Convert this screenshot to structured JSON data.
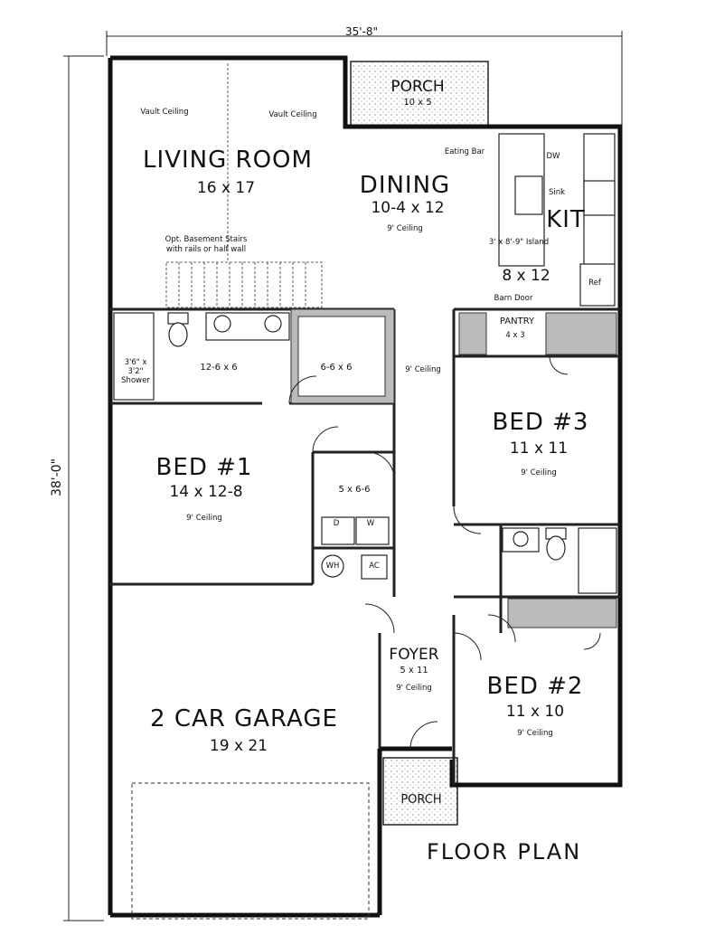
{
  "dimensions": {
    "width_label": "35'-8\"",
    "depth_label": "38'-0\""
  },
  "title": "FLOOR PLAN",
  "rooms": {
    "porch_rear": {
      "name": "PORCH",
      "size": "10 x 5"
    },
    "living": {
      "name": "LIVING ROOM",
      "size": "16 x 17",
      "note_a": "Vault Ceiling",
      "note_b": "Vault Ceiling",
      "stairs_note_1": "Opt. Basement Stairs",
      "stairs_note_2": "with rails or half wall"
    },
    "dining": {
      "name": "DINING",
      "size": "10-4 x 12",
      "ceiling": "9' Ceiling"
    },
    "kitchen": {
      "name": "KIT",
      "size": "8 x 12",
      "eating_bar": "Eating Bar",
      "dw": "DW",
      "sink": "Sink",
      "island": "3' x 8'-9\" Island",
      "ref": "Ref",
      "barn_door": "Barn Door"
    },
    "pantry": {
      "name": "PANTRY",
      "size": "4 x 3"
    },
    "master_bath": {
      "size": "12-6 x 6",
      "shower": "3'6\" x 3'2\" Shower"
    },
    "closet_master": {
      "size": "6-6 x 6"
    },
    "hall": {
      "ceiling": "9' Ceiling"
    },
    "bed1": {
      "name": "BED #1",
      "size": "14 x 12-8",
      "ceiling": "9' Ceiling"
    },
    "laundry": {
      "size": "5 x 6-6",
      "dryer": "D",
      "washer": "W",
      "wh": "WH",
      "ac": "AC"
    },
    "bed3": {
      "name": "BED #3",
      "size": "11 x 11",
      "ceiling": "9' Ceiling"
    },
    "bed2": {
      "name": "BED #2",
      "size": "11 x 10",
      "ceiling": "9' Ceiling"
    },
    "foyer": {
      "name": "FOYER",
      "size": "5 x 11",
      "ceiling": "9' Ceiling"
    },
    "garage": {
      "name": "2 CAR GARAGE",
      "size": "19 x 21"
    },
    "porch_front": {
      "name": "PORCH"
    }
  }
}
